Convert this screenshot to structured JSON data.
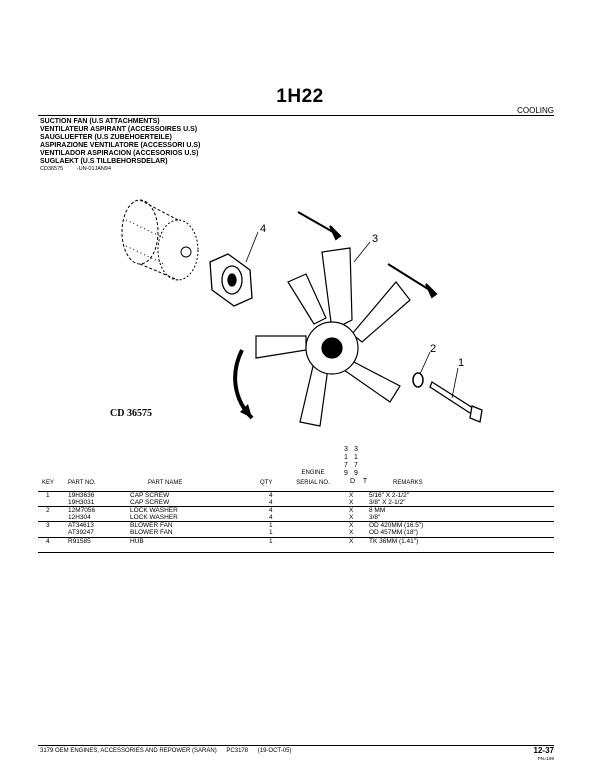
{
  "header": {
    "title": "1H22",
    "section": "COOLING"
  },
  "group_titles": [
    "SUCTION FAN (U.S ATTACHMENTS)",
    "VENTILATEUR ASPIRANT (ACCESSOIRES U.S)",
    "SAUGLUEFTER (U.S ZUBEHOERTEILE)",
    "ASPIRAZIONE VENTILATORE (ACCESSORI U.S)",
    "VENTILADOR ASPIRACION (ACCESORIOS U.S)",
    "SUGLAEKT (U.S TILLBEHORSDELAR)"
  ],
  "figure_ref": {
    "code": "CD36575",
    "date": "-UN-01JAN94"
  },
  "diagram": {
    "label": "CD 36575",
    "callouts": [
      "1",
      "2",
      "3",
      "4"
    ]
  },
  "columns": {
    "key": "KEY",
    "part_no": "PART NO.",
    "part_name": "PART NAME",
    "qty": "QTY",
    "engine": "ENGINE",
    "serial_no": "SERIAL NO.",
    "dt": "D T",
    "remarks": "REMARKS"
  },
  "serial_codes": {
    "d": [
      "3",
      "1",
      "7",
      "9"
    ],
    "t": [
      "3",
      "1",
      "7",
      "9"
    ]
  },
  "parts": [
    {
      "key": "1",
      "part_no": "19H3636",
      "name": "CAP SCREW",
      "qty": "4",
      "mark": "X",
      "remarks": "5/16\" X 2-1/2\""
    },
    {
      "key": "",
      "part_no": "19H3031",
      "name": "CAP SCREW",
      "qty": "4",
      "mark": "X",
      "remarks": "3/8\" X 2-1/2\""
    },
    {
      "key": "2",
      "part_no": "12M7056",
      "name": "LOCK WASHER",
      "qty": "4",
      "mark": "X",
      "remarks": "8 MM"
    },
    {
      "key": "",
      "part_no": "12H304",
      "name": "LOCK WASHER",
      "qty": "4",
      "mark": "X",
      "remarks": "3/8\""
    },
    {
      "key": "3",
      "part_no": "AT34613",
      "name": "BLOWER FAN",
      "qty": "1",
      "mark": "X",
      "remarks": "OD 420MM (16.5\")"
    },
    {
      "key": "",
      "part_no": "AT39247",
      "name": "BLOWER FAN",
      "qty": "1",
      "mark": "X",
      "remarks": "OD 457MM (18\")"
    },
    {
      "key": "4",
      "part_no": "R91585",
      "name": "HUB",
      "qty": "1",
      "mark": "X",
      "remarks": "TK 36MM (1.41\")"
    }
  ],
  "footer": {
    "catalog": "3179 OEM ENGINES, ACCESSORIES AND REPOWER (SARAN)",
    "code": "PC3178",
    "date": "(19-OCT-05)",
    "page": "12-37",
    "form": "PN=199"
  }
}
